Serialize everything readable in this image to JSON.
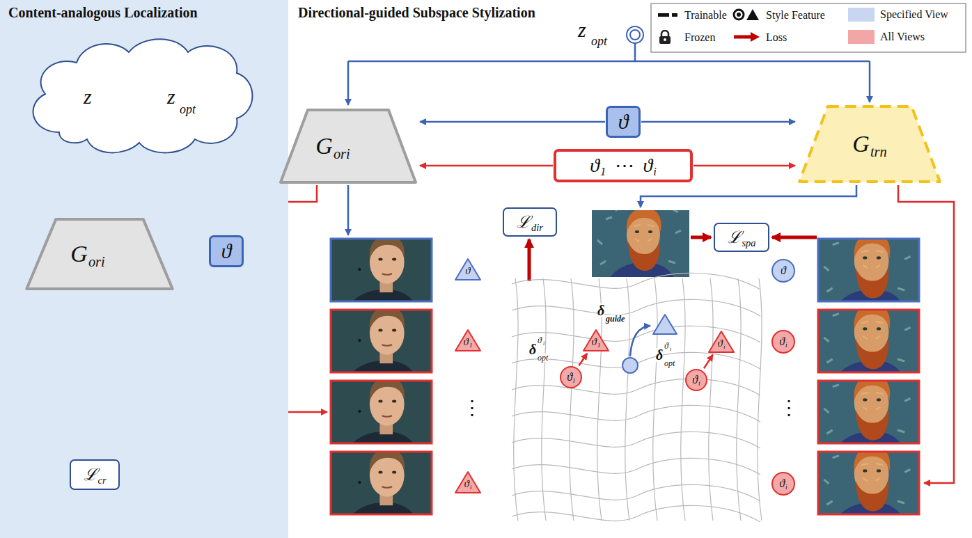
{
  "diagram": {
    "nodes": [
      {
        "text": [
          "Content-analogous Localization"
        ]
      },
      {
        "text": [
          "z",
          "z",
          "opt"
        ],
        "in": 0
      },
      {
        "text": [
          "G",
          "ori"
        ],
        "in": 0
      },
      {
        "text": [
          "ϑ"
        ],
        "in": 0
      },
      {
        "text": [
          "ℒ",
          "cr"
        ],
        "in": 0
      },
      {
        "text": [
          "G",
          "ori"
        ]
      },
      {
        "text": [
          "ϑ"
        ]
      },
      {
        "text": [
          "ϑ",
          "1",
          "⋯",
          "ϑ",
          "i"
        ]
      },
      {
        "text": [
          "G",
          "trn"
        ]
      },
      {
        "text": [
          "ℒ",
          "dir"
        ]
      },
      {
        "text": [
          "ℒ",
          "spa"
        ]
      },
      {
        "text": [
          "ϑ"
        ]
      },
      {
        "text": [
          "ϑ",
          "1"
        ]
      },
      {
        "text": [
          "ϑ",
          "i"
        ]
      },
      {
        "text": [
          "ϑ",
          "1"
        ]
      },
      {
        "text": [
          "ϑ",
          "i"
        ]
      },
      {
        "text": [
          "ϑ",
          "i"
        ]
      },
      {
        "text": [
          "ϑ",
          "i"
        ]
      },
      {
        "text": [
          "ϑ"
        ]
      },
      {
        "text": [
          "ϑ",
          "i"
        ]
      },
      {
        "text": [
          "ϑ",
          "i"
        ]
      }
    ],
    "edges": [
      {
        "from": 3,
        "to": 2,
        "arrow": "to"
      },
      {
        "from": 1,
        "to": 2,
        "arrow": "to"
      },
      {
        "from": 6,
        "to": 5,
        "arrow": "to"
      },
      {
        "from": 6,
        "to": 8,
        "arrow": "to"
      },
      {
        "from": 7,
        "to": 5,
        "arrow": "to"
      },
      {
        "from": 7,
        "to": 8,
        "arrow": "to"
      },
      {
        "from": 15,
        "to": 14,
        "arrow": "to"
      },
      {
        "from": 17,
        "to": 16,
        "arrow": "to"
      }
    ],
    "labels": [
      "Directional-guided Subspace Stylization",
      "z",
      "opt",
      "⋮",
      "⋮",
      "δ",
      "opt",
      "ϑ",
      "i",
      "δ",
      "guide",
      "δ",
      "opt",
      "ϑ",
      "i"
    ],
    "legend": [
      {
        "text": "Trainable"
      },
      {
        "text": "Style Feature"
      },
      {
        "text": "Specified View",
        "color": "#c8d6f2"
      },
      {
        "text": "Frozen"
      },
      {
        "text": "Loss"
      },
      {
        "text": "All Views",
        "color": "#f3a6a6"
      }
    ]
  }
}
